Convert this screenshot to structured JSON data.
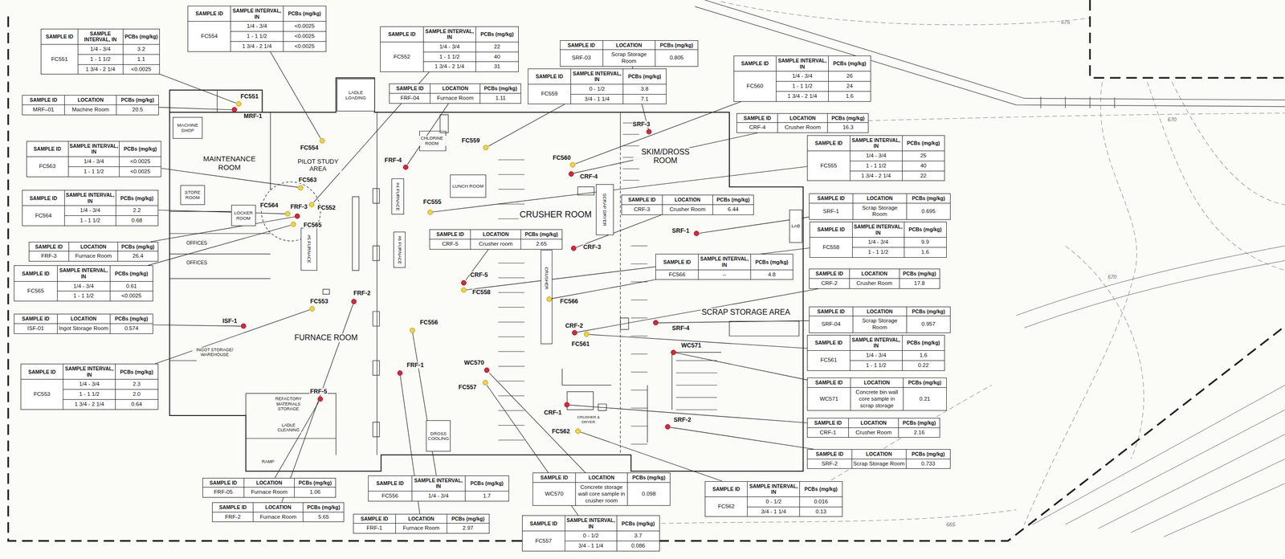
{
  "diagram": {
    "nodes": [
      {
        "text": [
          "SAMPLE ID",
          "SAMPLE INTERVAL, IN",
          "PCBs (mg/kg)",
          "FC551",
          "1/4 - 3/4",
          "3.2",
          "1 - 1 1/2",
          "1.1",
          "1 3/4 - 2 1/4",
          "<0.0025"
        ]
      },
      {
        "text": [
          "SAMPLE ID",
          "SAMPLE INTERVAL, IN",
          "PCBs (mg/kg)",
          "FC554",
          "1/4 - 3/4",
          "<0.0025",
          "1 - 1 1/2",
          "<0.0025",
          "1 3/4 - 2 1/4",
          "<0.0025"
        ]
      },
      {
        "text": [
          "SAMPLE ID",
          "LOCATION",
          "PCBs (mg/kg)",
          "MRF–01",
          "Machine Room",
          "20.5"
        ]
      },
      {
        "text": [
          "SAMPLE ID",
          "SAMPLE INTERVAL, IN",
          "PCBs (mg/kg)",
          "FC563",
          "1/4 - 3/4",
          "<0.0025",
          "1 - 1 1/2",
          "<0.0025"
        ]
      },
      {
        "text": [
          "SAMPLE ID",
          "SAMPLE INTERVAL, IN",
          "PCBs (mg/kg)",
          "FC564",
          "1/4 - 3/4",
          "2.2",
          "1 - 1 1/2",
          "0.68"
        ]
      },
      {
        "text": [
          "SAMPLE ID",
          "LOCATION",
          "PCBs (mg/kg)",
          "FRF-3",
          "Furnace Room",
          "26.4"
        ]
      },
      {
        "text": [
          "SAMPLE ID",
          "SAMPLE INTERVAL, IN",
          "PCBs (mg/kg)",
          "FC565",
          "1/4 - 3/4",
          "0.61",
          "1 - 1 1/2",
          "<0.0025"
        ]
      },
      {
        "text": [
          "SAMPLE ID",
          "LOCATION",
          "PCBs (mg/kg)",
          "ISF-01",
          "Ingot Storage Room",
          "0.574"
        ]
      },
      {
        "text": [
          "SAMPLE ID",
          "SAMPLE INTERVAL, IN",
          "PCBs (mg/kg)",
          "FC553",
          "1/4 - 3/4",
          "2.3",
          "1 - 1 1/2",
          "2.0",
          "1 3/4 - 2 1/4",
          "0.64"
        ]
      },
      {
        "text": [
          "SAMPLE ID",
          "LOCATION",
          "PCBs (mg/kg)",
          "FRF-05",
          "Furnace Room",
          "1.06"
        ]
      },
      {
        "text": [
          "SAMPLE ID",
          "LOCATION",
          "PCBs (mg/kg)",
          "FRF-2",
          "Furnace Room",
          "5.65"
        ]
      },
      {
        "text": [
          "SAMPLE ID",
          "SAMPLE INTERVAL, IN",
          "PCBs (mg/kg)",
          "FC556",
          "1/4 - 3/4",
          "1.7"
        ]
      },
      {
        "text": [
          "SAMPLE ID",
          "LOCATION",
          "PCBs (mg/kg)",
          "FRF-1",
          "Furnace Room",
          "2.97"
        ]
      },
      {
        "text": [
          "SAMPLE ID",
          "LOCATION",
          "PCBs (mg/kg)",
          "WC570",
          "Concrete storage wall core sample in crusher room",
          "0.098"
        ]
      },
      {
        "text": [
          "SAMPLE ID",
          "SAMPLE INTERVAL, IN",
          "PCBs (mg/kg)",
          "FC557",
          "0 - 1/2",
          "3.7",
          "3/4 - 1 1/4",
          "0.086"
        ]
      },
      {
        "text": [
          "SAMPLE ID",
          "SAMPLE INTERVAL, IN",
          "PCBs (mg/kg)",
          "FC562",
          "0 - 1/2",
          "0.016",
          "3/4 - 1 1/4",
          "0.13"
        ]
      },
      {
        "text": [
          "SAMPLE ID",
          "SAMPLE INTERVAL, IN",
          "PCBs (mg/kg)",
          "FC552",
          "1/4 - 3/4",
          "22",
          "1 - 1 1/2",
          "40",
          "1 3/4 - 2 1/4",
          "31"
        ]
      },
      {
        "text": [
          "SAMPLE ID",
          "LOCATION",
          "PCBs (mg/kg)",
          "FRF-04",
          "Furnace Room",
          "1.11"
        ]
      },
      {
        "text": [
          "SAMPLE ID",
          "LOCATION",
          "PCBs (mg/kg)",
          "SRF-03",
          "Scrap Storage Room",
          "0.805"
        ]
      },
      {
        "text": [
          "SAMPLE ID",
          "SAMPLE INTERVAL, IN",
          "PCBs (mg/kg)",
          "FC559",
          "0 - 1/2",
          "3.8",
          "3/4 - 1 1/4",
          "7.1"
        ]
      },
      {
        "text": [
          "SAMPLE ID",
          "SAMPLE INTERVAL, IN",
          "PCBs (mg/kg)",
          "FC560",
          "1/4 - 3/4",
          "26",
          "1 - 1 1/2",
          "24",
          "1 3/4 - 2 1/4",
          "1.6"
        ]
      },
      {
        "text": [
          "SAMPLE ID",
          "LOCATION",
          "PCBs (mg/kg)",
          "CRF-4",
          "Crusher Room",
          "16.3"
        ]
      },
      {
        "text": [
          "SAMPLE ID",
          "SAMPLE INTERVAL, IN",
          "PCBs (mg/kg)",
          "FC555",
          "1/4 - 3/4",
          "25",
          "1 - 1 1/2",
          "40",
          "1 3/4 - 2 1/4",
          "22"
        ]
      },
      {
        "text": [
          "SAMPLE ID",
          "LOCATION",
          "PCBs (mg/kg)",
          "SRF-1",
          "Scrap Storage Room",
          "0.695"
        ]
      },
      {
        "text": [
          "SAMPLE ID",
          "SAMPLE INTERVAL, IN",
          "PCBs (mg/kg)",
          "FC558",
          "1/4 - 3/4",
          "9.9",
          "1 - 1 1/2",
          "1.6"
        ]
      },
      {
        "text": [
          "SAMPLE ID",
          "LOCATION",
          "PCBs (mg/kg)",
          "CRF-2",
          "Crusher Room",
          "17.8"
        ]
      },
      {
        "text": [
          "SAMPLE ID",
          "LOCATION",
          "PCBs (mg/kg)",
          "SRF-04",
          "Scrap Storage Room",
          "0.957"
        ]
      },
      {
        "text": [
          "SAMPLE ID",
          "SAMPLE INTERVAL, IN",
          "PCBs (mg/kg)",
          "FC561",
          "1/4 - 3/4",
          "1.6",
          "1 - 1 1/2",
          "0.22"
        ]
      },
      {
        "text": [
          "SAMPLE ID",
          "LOCATION",
          "PCBs (mg/kg)",
          "WC571",
          "Concrete bin wall core sample in scrap storage",
          "0.21"
        ]
      },
      {
        "text": [
          "SAMPLE ID",
          "LOCATION",
          "PCBs (mg/kg)",
          "CRF-1",
          "Crusher Room",
          "2.16"
        ]
      },
      {
        "text": [
          "SAMPLE ID",
          "LOCATION",
          "PCBs (mg/kg)",
          "SRF-2",
          "Scrap Storage Room",
          "0.733"
        ]
      },
      {
        "text": [
          "SAMPLE ID",
          "LOCATION",
          "PCBs (mg/kg)",
          "CRF-3",
          "Crusher Room",
          "6.44"
        ]
      },
      {
        "text": [
          "SAMPLE ID",
          "LOCATION",
          "PCBs (mg/kg)",
          "CRF-5",
          "Crusher room",
          "2.65"
        ]
      },
      {
        "text": [
          "SAMPLE ID",
          "SAMPLE INTERVAL, IN",
          "PCBs (mg/kg)",
          "FC566",
          "--",
          "4.8"
        ]
      },
      {
        "text": [
          "FC551"
        ]
      },
      {
        "text": [
          "FC554"
        ]
      },
      {
        "text": [
          "MRF-1"
        ]
      },
      {
        "text": [
          "FC563"
        ]
      },
      {
        "text": [
          "FC564"
        ]
      },
      {
        "text": [
          "FRF-3"
        ]
      },
      {
        "text": [
          "FC565"
        ]
      },
      {
        "text": [
          "FC552"
        ]
      },
      {
        "text": [
          "ISF-1"
        ]
      },
      {
        "text": [
          "FC553"
        ]
      },
      {
        "text": [
          "FRF-5"
        ]
      },
      {
        "text": [
          "FRF-2"
        ]
      },
      {
        "text": [
          "FC556"
        ]
      },
      {
        "text": [
          "FRF-1"
        ]
      },
      {
        "text": [
          "WC570"
        ]
      },
      {
        "text": [
          "FC557"
        ]
      },
      {
        "text": [
          "FC562"
        ]
      },
      {
        "text": [
          "FRF-4"
        ]
      },
      {
        "text": [
          "SRF-3"
        ]
      },
      {
        "text": [
          "FC559"
        ]
      },
      {
        "text": [
          "FC560"
        ]
      },
      {
        "text": [
          "CRF-4"
        ]
      },
      {
        "text": [
          "FC555"
        ]
      },
      {
        "text": [
          "SRF-1"
        ]
      },
      {
        "text": [
          "FC558"
        ]
      },
      {
        "text": [
          "CRF-2"
        ]
      },
      {
        "text": [
          "SRF-4"
        ]
      },
      {
        "text": [
          "FC561"
        ]
      },
      {
        "text": [
          "WC571"
        ]
      },
      {
        "text": [
          "CRF-1"
        ]
      },
      {
        "text": [
          "SRF-2"
        ]
      },
      {
        "text": [
          "CRF-3"
        ]
      },
      {
        "text": [
          "CRF-5"
        ]
      },
      {
        "text": [
          "FC566"
        ]
      },
      {
        "text": [
          "MACHINE SHOP"
        ]
      },
      {
        "text": [
          "STORE ROOM"
        ]
      },
      {
        "text": [
          "LOCKER ROOM"
        ]
      },
      {
        "text": [
          "LADLE LOADING"
        ]
      },
      {
        "text": [
          "LUNCH ROOM"
        ]
      },
      {
        "text": [
          "#5 FURNACE"
        ]
      },
      {
        "text": [
          "#4 FURNACE"
        ]
      },
      {
        "text": [
          "#6 FURNACE"
        ]
      },
      {
        "text": [
          "SCRAP DRYER"
        ]
      },
      {
        "text": [
          "CRUSHER"
        ]
      },
      {
        "text": [
          "LAB"
        ]
      },
      {
        "text": [
          "DROSS COOLING"
        ]
      }
    ],
    "edges": [
      {
        "from": 0,
        "to": 34,
        "arrow": "none"
      },
      {
        "from": 1,
        "to": 35,
        "arrow": "none"
      },
      {
        "from": 2,
        "to": 36,
        "arrow": "none"
      },
      {
        "from": 3,
        "to": 37,
        "arrow": "none"
      },
      {
        "from": 4,
        "to": 38,
        "arrow": "none"
      },
      {
        "from": 5,
        "to": 39,
        "arrow": "none"
      },
      {
        "from": 6,
        "to": 40,
        "arrow": "none"
      },
      {
        "from": 7,
        "to": 42,
        "arrow": "none"
      },
      {
        "from": 8,
        "to": 43,
        "arrow": "none"
      },
      {
        "from": 9,
        "to": 44,
        "arrow": "none"
      },
      {
        "from": 10,
        "to": 45,
        "arrow": "none"
      },
      {
        "from": 11,
        "to": 46,
        "arrow": "none"
      },
      {
        "from": 12,
        "to": 47,
        "arrow": "none"
      },
      {
        "from": 13,
        "to": 48,
        "arrow": "none"
      },
      {
        "from": 14,
        "to": 49,
        "arrow": "none"
      },
      {
        "from": 15,
        "to": 50,
        "arrow": "none"
      },
      {
        "from": 16,
        "to": 41,
        "arrow": "none"
      },
      {
        "from": 17,
        "to": 51,
        "arrow": "none"
      },
      {
        "from": 18,
        "to": 52,
        "arrow": "none"
      },
      {
        "from": 19,
        "to": 53,
        "arrow": "none"
      },
      {
        "from": 20,
        "to": 54,
        "arrow": "none"
      },
      {
        "from": 21,
        "to": 55,
        "arrow": "none"
      },
      {
        "from": 22,
        "to": 56,
        "arrow": "none"
      },
      {
        "from": 23,
        "to": 57,
        "arrow": "none"
      },
      {
        "from": 24,
        "to": 58,
        "arrow": "none"
      },
      {
        "from": 25,
        "to": 59,
        "arrow": "none"
      },
      {
        "from": 26,
        "to": 60,
        "arrow": "none"
      },
      {
        "from": 27,
        "to": 61,
        "arrow": "none"
      },
      {
        "from": 28,
        "to": 62,
        "arrow": "none"
      },
      {
        "from": 29,
        "to": 63,
        "arrow": "none"
      },
      {
        "from": 30,
        "to": 64,
        "arrow": "none"
      },
      {
        "from": 31,
        "to": 65,
        "arrow": "none"
      },
      {
        "from": 32,
        "to": 66,
        "arrow": "none"
      },
      {
        "from": 33,
        "to": 67,
        "arrow": "none"
      }
    ],
    "labels": [
      "MAINTENANCE ROOM",
      "PILOT STUDY AREA",
      "OFFICES",
      "OFFICES",
      "INGOT STORAGE/ WAREHOUSE",
      "FURNACE ROOM",
      "REFACTORY MATERIALS STORAGE",
      "LADLE CLEANING",
      "RAMP",
      "CHLORINE ROOM",
      "CRUSHER ROOM",
      "SKIM/DROSS ROOM",
      "SCRAP STORAGE AREA",
      "CRUSHER & DRYER",
      "675",
      "670",
      "670",
      "665"
    ]
  }
}
